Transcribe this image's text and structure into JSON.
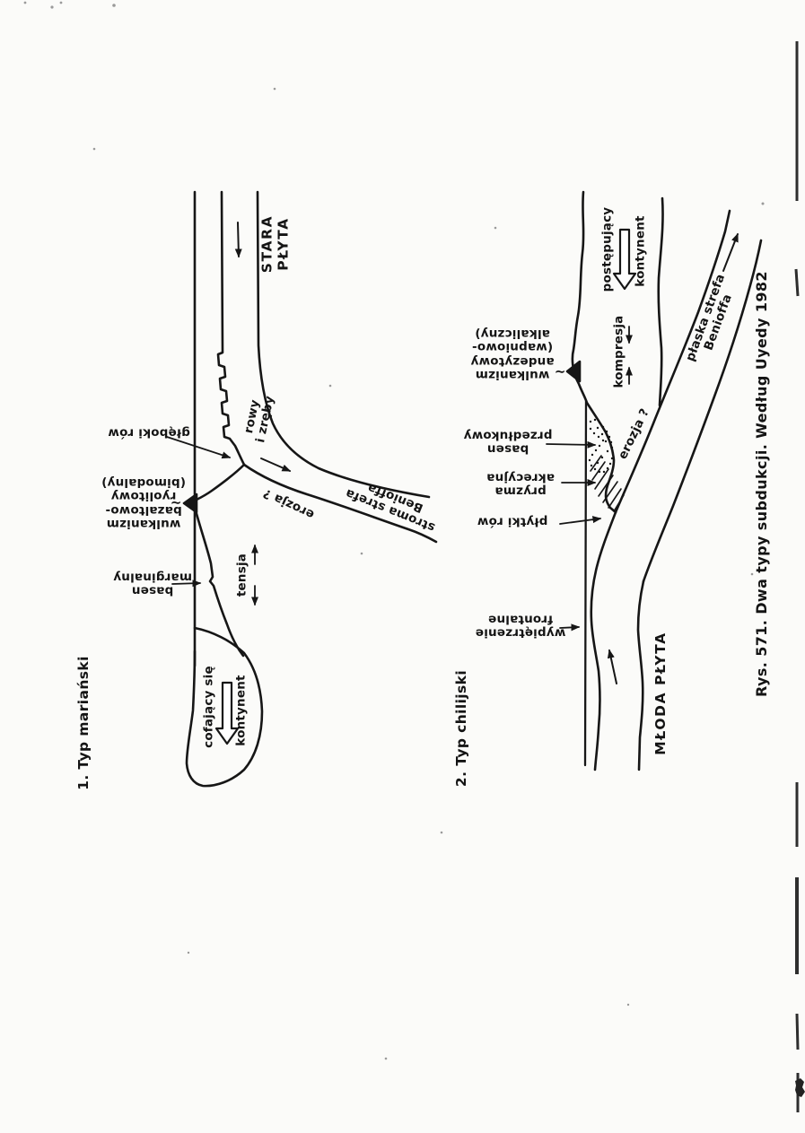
{
  "figure": {
    "caption": "Rys. 571. Dwa typy subdukcji. Według Uyedy 1982",
    "ink_color": "#161616",
    "paper_color": "#fbfbf9"
  },
  "panel1": {
    "title": "1. Typ mariański",
    "labels": {
      "plate": "STARA PŁYTA",
      "trench": "głęboki rów",
      "horsts_grabens": "rowy\ni zręby",
      "volcanism": "wulkanizm\nbazaltowo-\nryolitowy\n(bimodalny)",
      "volcano_squiggle": "~",
      "marginal_basin": "basen\nmarginalny",
      "tension": "tensja",
      "erosion": "erozja ?",
      "benioff_zone": "stroma strefa\nBenioffa",
      "continent_motion": "cofający się",
      "continent": "kontynent"
    }
  },
  "panel2": {
    "title": "2. Typ chilijski",
    "labels": {
      "plate": "MŁODA PŁYTA",
      "continent_motion": "postępujący",
      "continent": "kontynent",
      "compression": "kompresja",
      "volcanism": "wulkanizm\nandezytowy\n(wapniowo-\nalkaliczny)",
      "volcano_squiggle": "~",
      "forearc_basin": "basen\nprzedłukowy",
      "accretionary_prism": "pryzma\nakrecyjna",
      "trench": "płytki rów",
      "erosion": "erozja ?",
      "benioff_zone": "płaska strefa\nBenioffa",
      "frontal_uplift": "wypiętrzenie\nfrontalne"
    }
  }
}
